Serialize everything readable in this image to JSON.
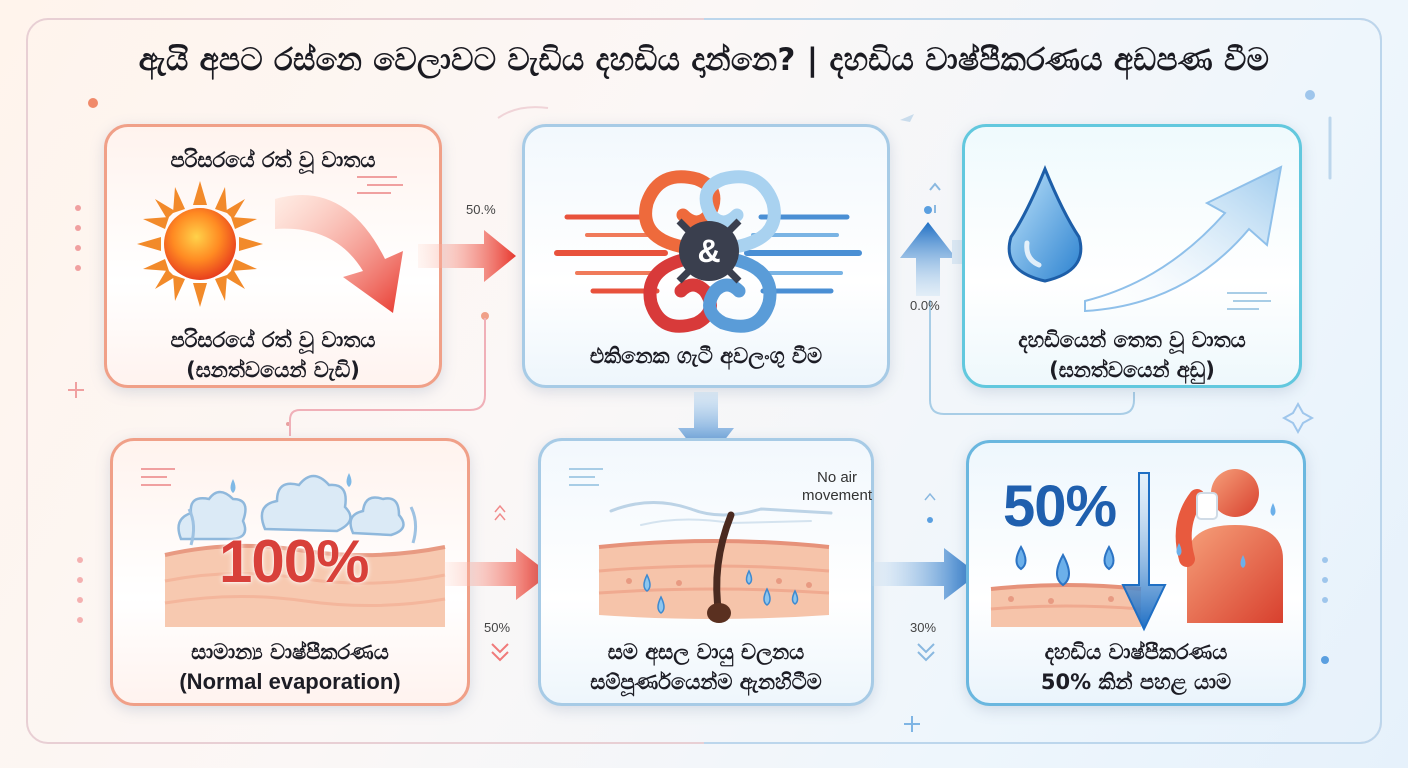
{
  "title": "ඇයි අපට රස්නෙ වෙලාවට වැඩිය දහඩිය දාන්නෙ? | දහඩිය වාෂ්පීකරණය අඩපණ වීම",
  "cards": {
    "hot_air": {
      "heading": "පරිසරයේ රත් වූ වාතය",
      "line1": "පරිසරයේ රත් වූ වාතය",
      "line2": "(ඝනත්වයෙන් වැඩි)"
    },
    "collision": {
      "line1": "එකිනෙක ගැටී අවලංගු වීම",
      "symbol": "&"
    },
    "sweat_air": {
      "line1": "දහඩියෙන් තෙත වූ වාතය",
      "line2": "(ඝනත්වයෙන් අඩු)"
    },
    "normal": {
      "big_value": "100%",
      "line1": "සාමාන්‍ය වාෂ්පීකරණය",
      "line2": "(Normal evaporation)"
    },
    "still_air": {
      "note_line1": "No air",
      "note_line2": "movement",
      "line1": "සම අසල වායු චලනය",
      "line2": "සම්පූර්ණයෙන්ම ඇනහිටීම"
    },
    "reduced": {
      "big_value": "50%",
      "line1": "දහඩිය වාෂ්පීකරණය",
      "line2": "50% කින් පහළ යාම"
    }
  },
  "arrow_labels": {
    "hot_to_collision": "50.%",
    "up_sweat": "0.0%",
    "normal_to_still": "50%",
    "still_to_reduced": "30%"
  },
  "colors": {
    "warm_accent": "#e8473a",
    "cool_accent": "#2f7fd0",
    "text": "#1d1d25"
  }
}
